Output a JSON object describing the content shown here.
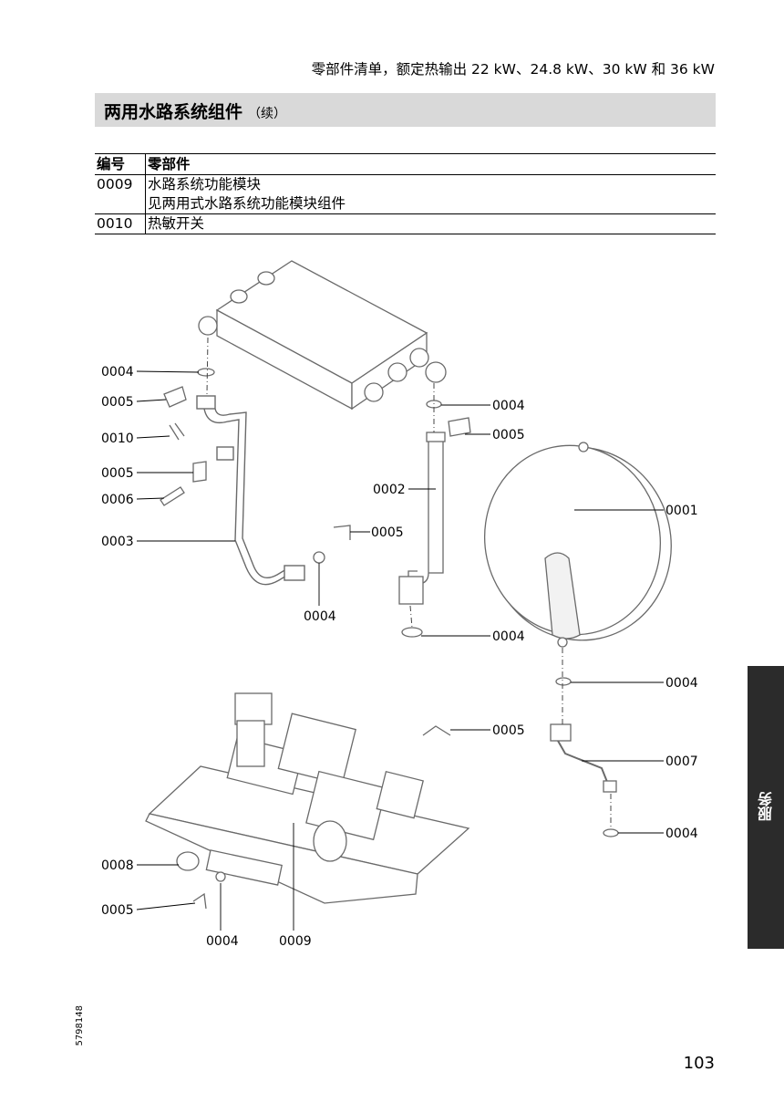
{
  "header": {
    "title": "零部件清单，额定热输出 22 kW、24.8 kW、30 kW 和 36 kW"
  },
  "section": {
    "title": "两用水路系统组件",
    "continued": "（续）"
  },
  "table": {
    "headers": [
      "编号",
      "零部件"
    ],
    "rows": [
      {
        "no": "0009",
        "lines": [
          "水路系统功能模块",
          "见两用式水路系统功能模块组件"
        ]
      },
      {
        "no": "0010",
        "lines": [
          "热敏开关"
        ]
      }
    ]
  },
  "callouts": [
    "0004",
    "0005",
    "0010",
    "0005",
    "0006",
    "0003",
    "0004",
    "0005",
    "0002",
    "0004",
    "0004",
    "0001",
    "0004",
    "0005",
    "0007",
    "0004",
    "0008",
    "0005",
    "0004",
    "0009"
  ],
  "side_tab": {
    "label": "服务"
  },
  "footer": {
    "doc_code": "5798148",
    "page_number": "103"
  }
}
